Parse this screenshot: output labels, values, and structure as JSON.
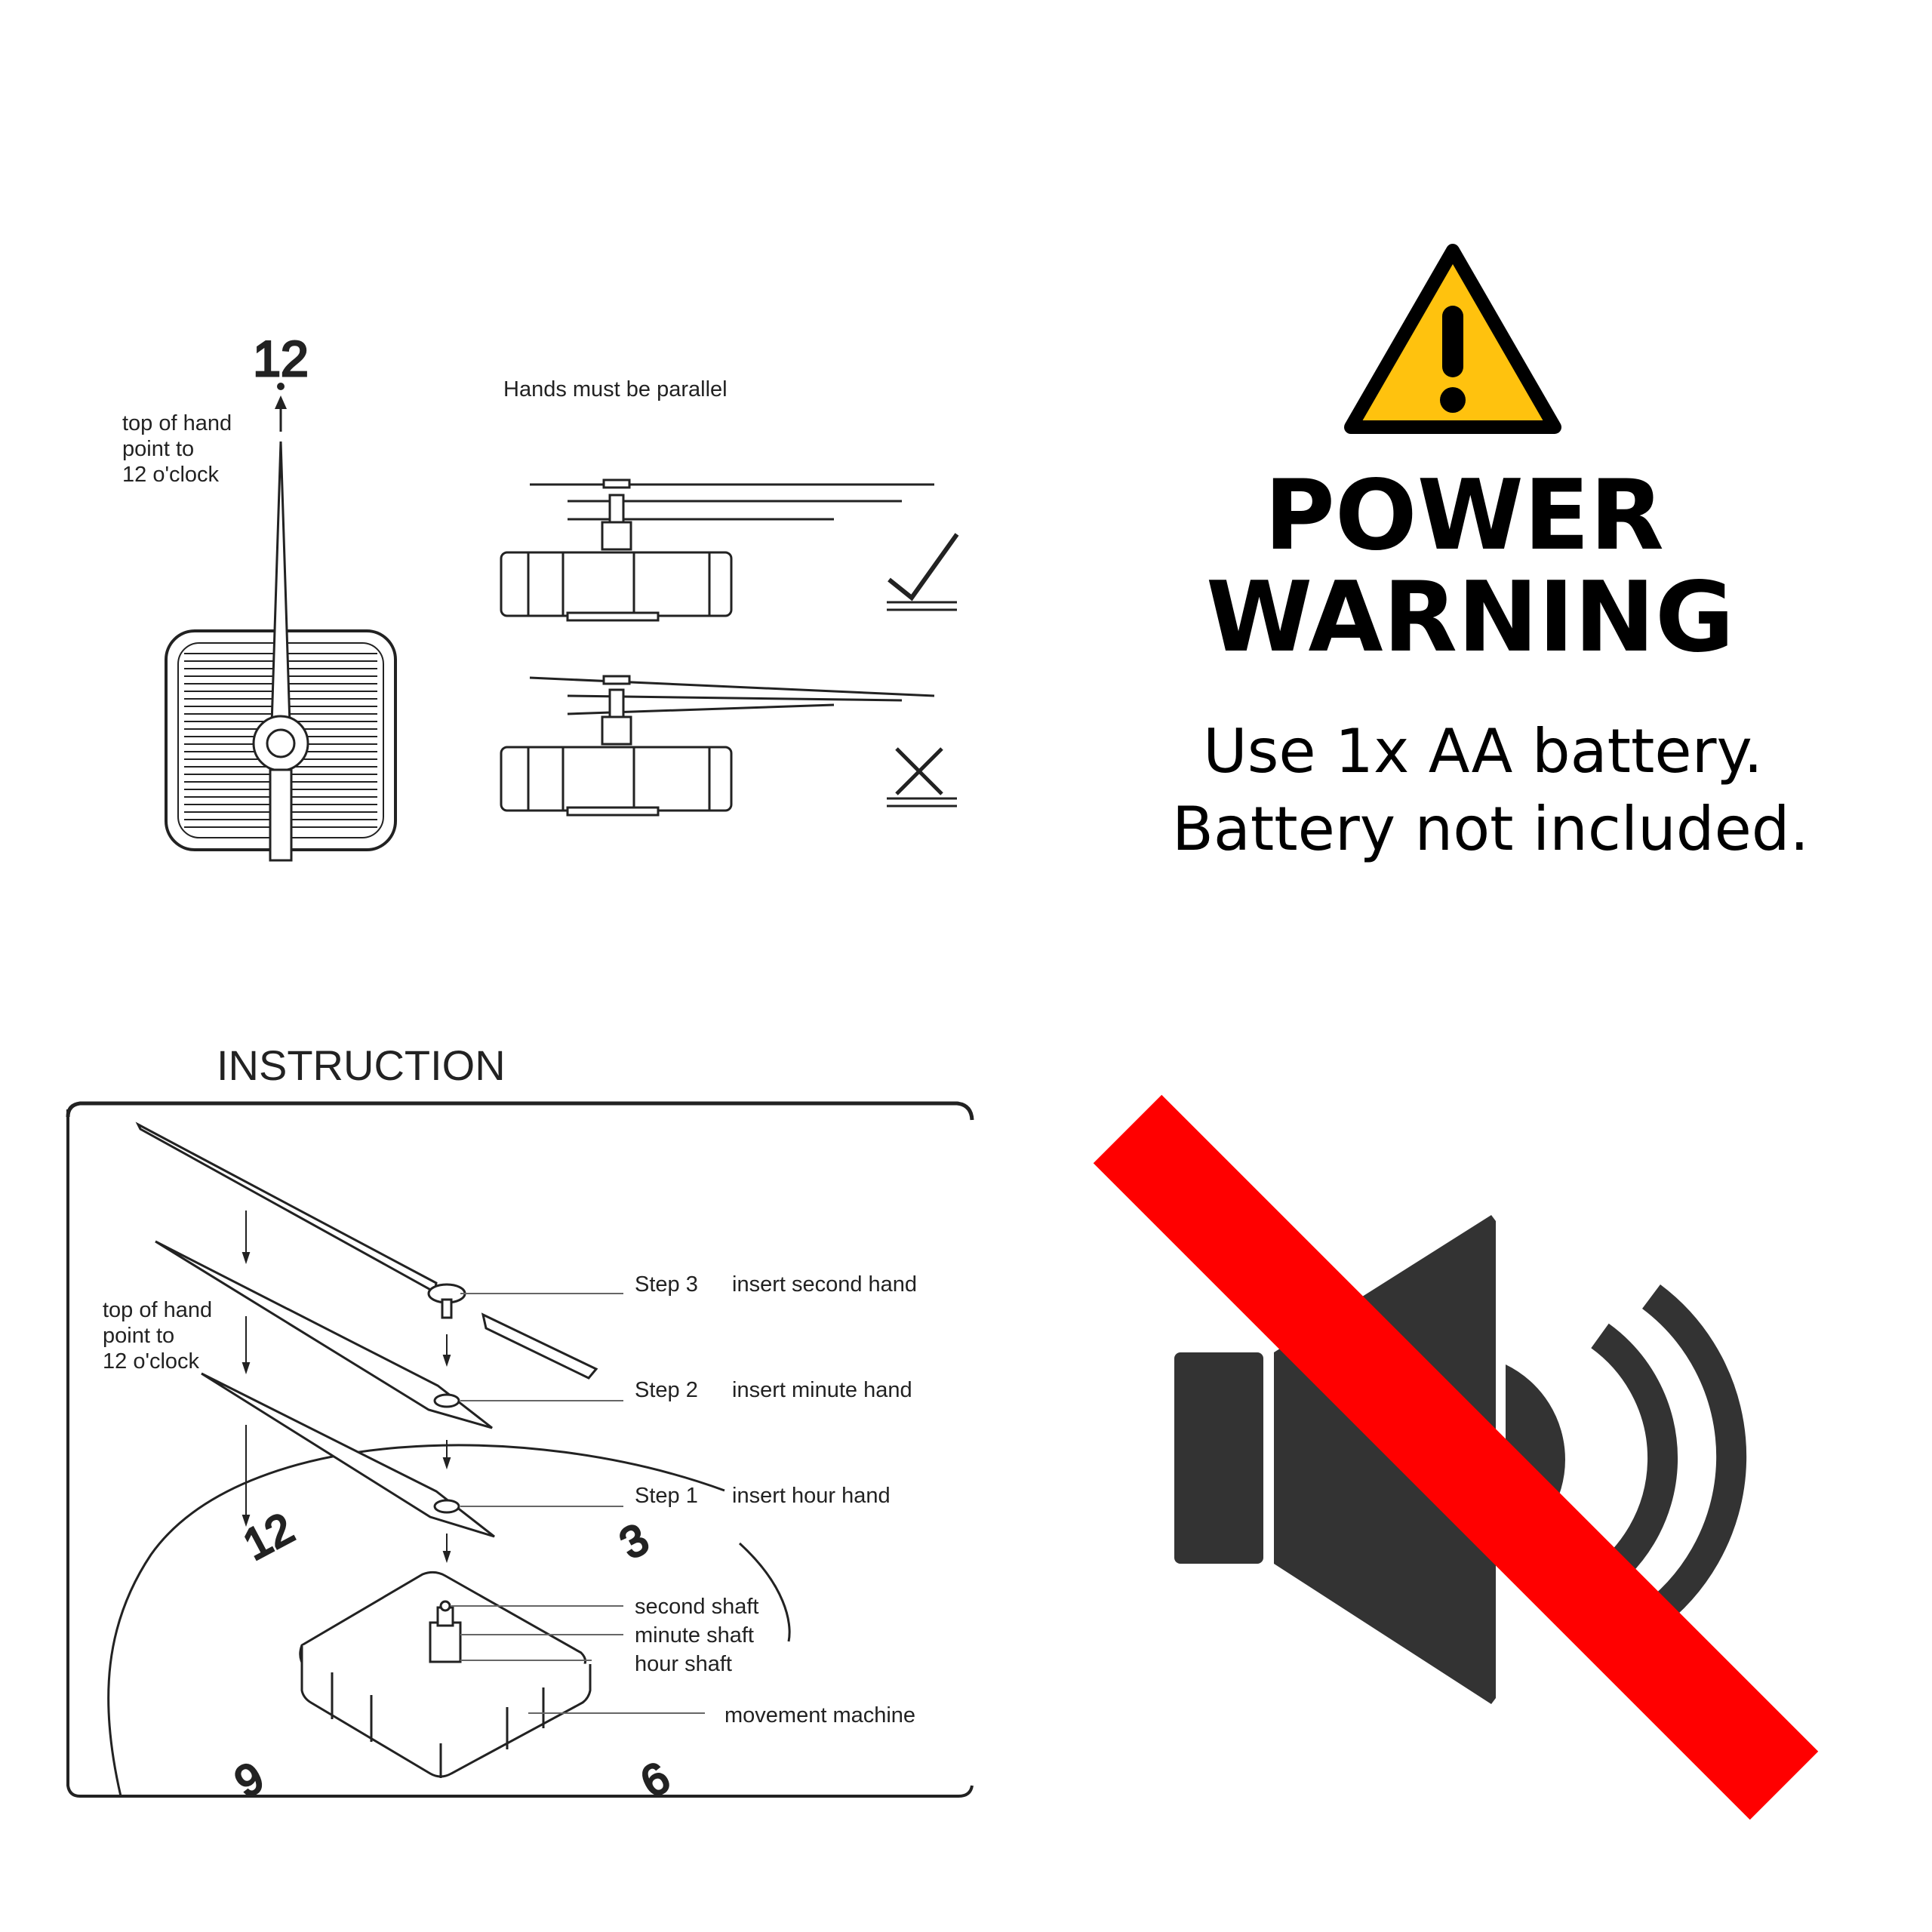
{
  "panel_alignment": {
    "number_12": "12",
    "hand_note_lines": [
      "top of hand",
      "point to",
      "12 o'clock"
    ],
    "parallel_title": "Hands must be parallel",
    "correct_mark": "check-icon",
    "wrong_mark": "cross-icon"
  },
  "panel_warning": {
    "icon": "warning-triangle-icon",
    "accent_color": "#FFC20E",
    "title_line1": "POWER",
    "title_line2": "WARNING",
    "text_line1": "Use 1x AA battery.",
    "text_line2": "Battery not included."
  },
  "panel_instruction": {
    "title": "INSTRUCTION",
    "hand_note_lines": [
      "top of hand",
      "point to",
      "12 o'clock"
    ],
    "steps": [
      {
        "step": "Step 3",
        "text": "insert second hand"
      },
      {
        "step": "Step 2",
        "text": "insert minute hand"
      },
      {
        "step": "Step 1",
        "text": "insert hour hand"
      }
    ],
    "shafts": [
      "second shaft",
      "minute shaft",
      "hour shaft"
    ],
    "movement_label": "movement  machine",
    "dial_numbers": [
      "12",
      "3",
      "9",
      "6"
    ]
  },
  "panel_silent": {
    "icon": "muted-speaker-icon",
    "speaker_color": "#333333",
    "slash_color": "#FF0000"
  }
}
